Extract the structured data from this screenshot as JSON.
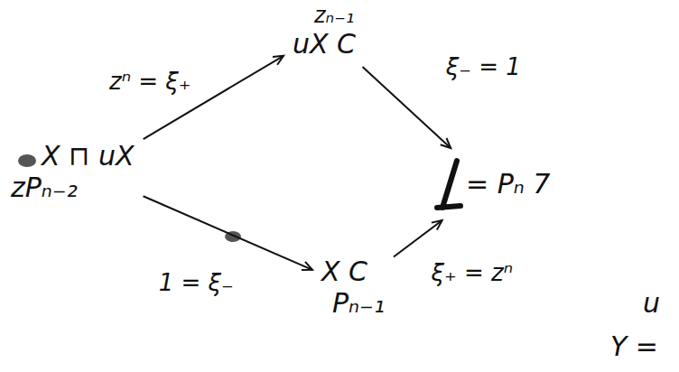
{
  "diagram": {
    "nodes": [
      {
        "text": [
          "X ⊓ uX",
          "zPₙ₋₂"
        ]
      },
      {
        "text": [
          "zₙ₋₁",
          "uX C"
        ]
      },
      {
        "text": [
          "X C",
          "Pₙ₋₁"
        ]
      },
      {
        "text": [
          "= Pₙ 7"
        ]
      }
    ],
    "edges": [
      {
        "from": 0,
        "to": 1,
        "label": "zⁿ = ξ₊",
        "arrow": "to"
      },
      {
        "from": 1,
        "to": 3,
        "label": "ξ₋ = 1",
        "arrow": "to"
      },
      {
        "from": 0,
        "to": 2,
        "label": "1 = ξ₋",
        "arrow": "to"
      },
      {
        "from": 2,
        "to": 3,
        "label": "ξ₊ = zⁿ",
        "arrow": "to"
      }
    ],
    "labels": [
      "u",
      "Y ="
    ]
  }
}
